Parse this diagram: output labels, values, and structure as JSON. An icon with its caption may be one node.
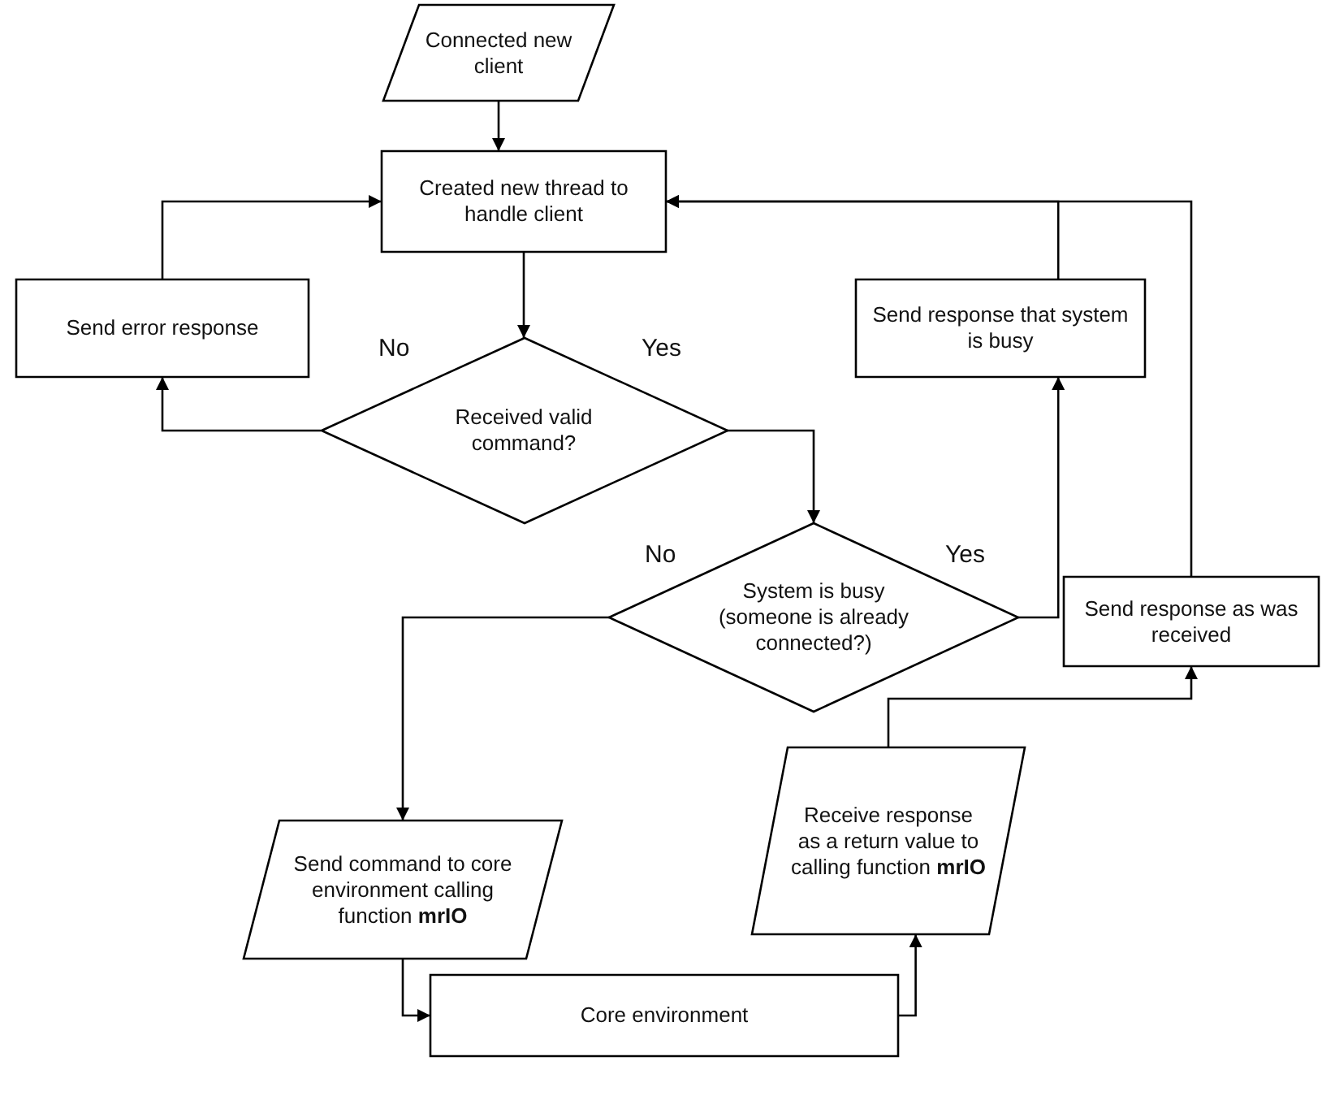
{
  "diagram": {
    "nodes": [
      {
        "text": [
          "Connected new client"
        ]
      },
      {
        "text": [
          "Created new thread to handle client"
        ]
      },
      {
        "text": [
          "Send error response"
        ]
      },
      {
        "text": [
          "Received valid command?"
        ]
      },
      {
        "text": [
          "Send response that system is busy"
        ]
      },
      {
        "text": [
          "System is busy (someone is already connected?)"
        ]
      },
      {
        "text": [
          "Send response as was received"
        ]
      },
      {
        "text": [
          "Send command to core environment calling function **mrIO**"
        ]
      },
      {
        "text": [
          "Receive response as a return value to calling function **mrIO**"
        ]
      },
      {
        "text": [
          "Core environment"
        ]
      }
    ],
    "edges": [
      {
        "from": 0,
        "to": 1,
        "arrow": "to"
      },
      {
        "from": 1,
        "to": 3,
        "arrow": "to"
      },
      {
        "from": 3,
        "to": 2,
        "arrow": "to",
        "label": "No"
      },
      {
        "from": 3,
        "to": 5,
        "arrow": "to",
        "label": "Yes"
      },
      {
        "from": 2,
        "to": 1,
        "arrow": "to"
      },
      {
        "from": 5,
        "to": 4,
        "arrow": "to",
        "label": "Yes"
      },
      {
        "from": 4,
        "to": 1,
        "arrow": "to"
      },
      {
        "from": 5,
        "to": 7,
        "arrow": "to",
        "label": "No"
      },
      {
        "from": 7,
        "to": 9,
        "arrow": "to"
      },
      {
        "from": 9,
        "to": 8,
        "arrow": "to"
      },
      {
        "from": 8,
        "to": 6,
        "arrow": "to"
      },
      {
        "from": 6,
        "to": 1,
        "arrow": "to"
      }
    ]
  }
}
